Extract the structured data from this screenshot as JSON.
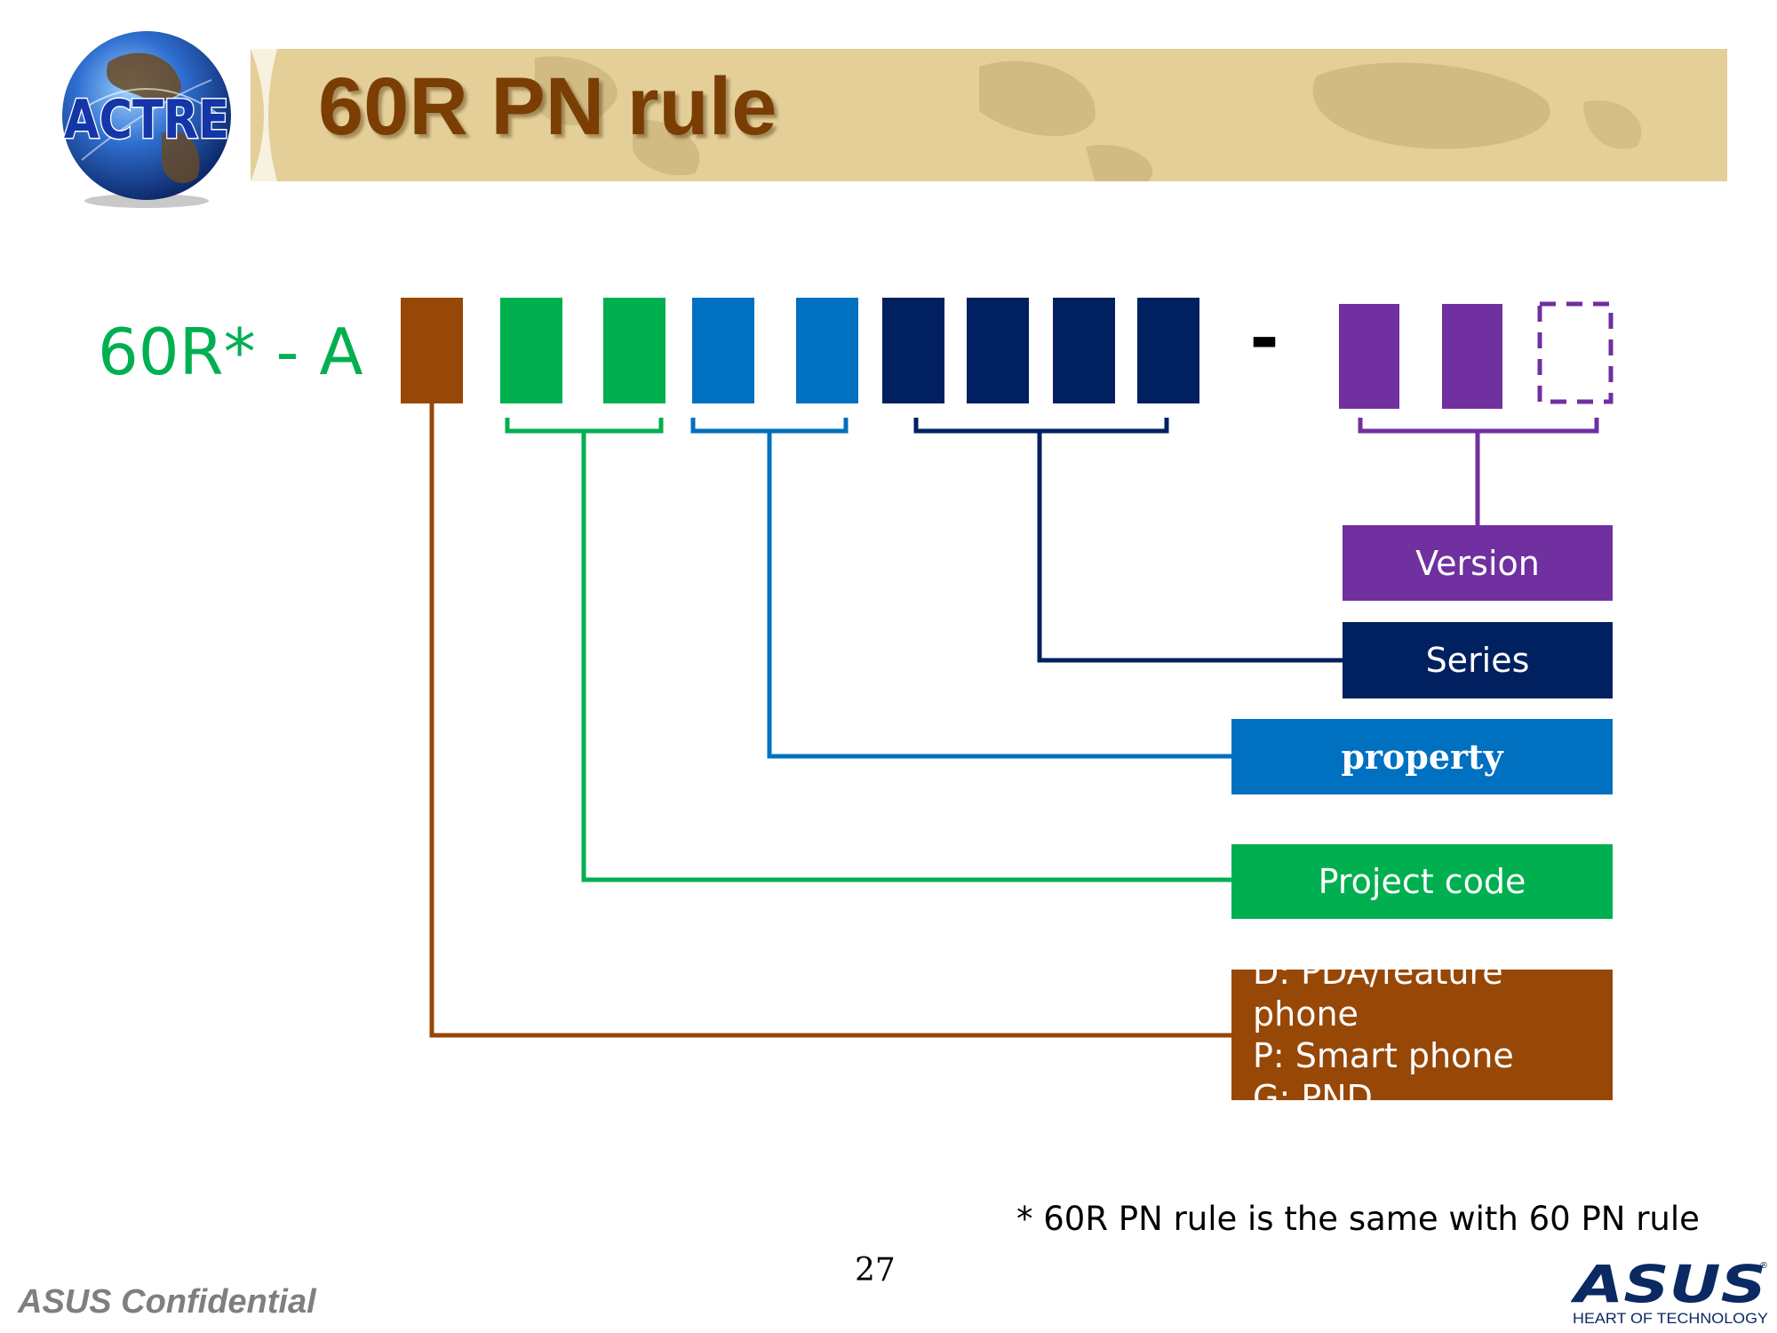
{
  "header": {
    "title": "60R PN rule",
    "logo_text": "ACTRE"
  },
  "diagram": {
    "prefix": "60R* - A",
    "separator": "-",
    "labels": {
      "version": "Version",
      "series": "Series",
      "property": "property",
      "project_code": "Project code",
      "category_lines": [
        "D: PDA/feature phone",
        "P: Smart phone",
        "G: PND"
      ]
    }
  },
  "footer": {
    "footnote": "* 60R PN rule is the same with 60 PN rule",
    "page_number": "27",
    "confidential": "ASUS Confidential",
    "brand_name": "ASUS",
    "brand_tagline": "HEART OF TECHNOLOGY"
  },
  "colors": {
    "category": "#974706",
    "project_code": "#00b050",
    "property": "#0070c0",
    "series": "#002060",
    "version": "#7030a0",
    "title": "#7a3e05",
    "banner": "#e3cf97"
  }
}
